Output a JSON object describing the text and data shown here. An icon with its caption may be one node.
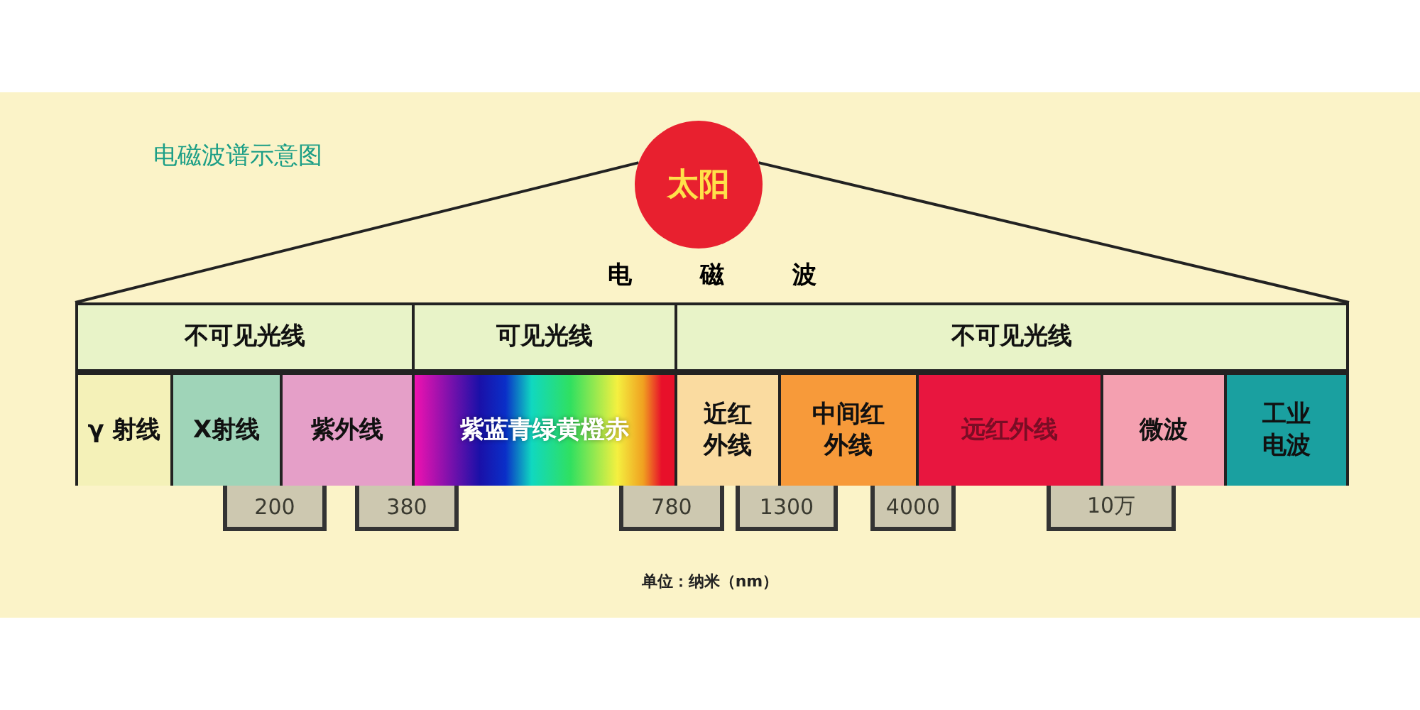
{
  "diagram": {
    "title": "电磁波谱示意图",
    "nodes": [
      {
        "text": [
          "太阳"
        ]
      },
      {
        "text": [
          "电磁波"
        ]
      },
      {
        "text": [
          "不可见光线"
        ],
        "in": 1
      },
      {
        "text": [
          "可见光线"
        ],
        "in": 1
      },
      {
        "text": [
          "不可见光线"
        ],
        "in": 1
      },
      {
        "text": [
          "γ 射线"
        ],
        "in": 1
      },
      {
        "text": [
          "X射线"
        ],
        "in": 1
      },
      {
        "text": [
          "紫外线"
        ],
        "in": 1
      },
      {
        "text": [
          "紫蓝青绿黄橙赤"
        ],
        "in": 1
      },
      {
        "text": [
          "近红外线"
        ],
        "in": 1
      },
      {
        "text": [
          "中间红外线"
        ],
        "in": 1
      },
      {
        "text": [
          "远红外线"
        ],
        "in": 1
      },
      {
        "text": [
          "微波"
        ],
        "in": 1
      },
      {
        "text": [
          "工业电波"
        ],
        "in": 1
      },
      {
        "text": [
          "200"
        ]
      },
      {
        "text": [
          "380"
        ]
      },
      {
        "text": [
          "780"
        ]
      },
      {
        "text": [
          "1300"
        ]
      },
      {
        "text": [
          "4000"
        ]
      },
      {
        "text": [
          "10万"
        ]
      }
    ],
    "edges": [
      {
        "from": 0,
        "to": 1,
        "arrow": "none"
      },
      {
        "from": 0,
        "to": 1,
        "arrow": "none"
      }
    ],
    "labels": [
      "单位：纳米（nm）"
    ]
  }
}
